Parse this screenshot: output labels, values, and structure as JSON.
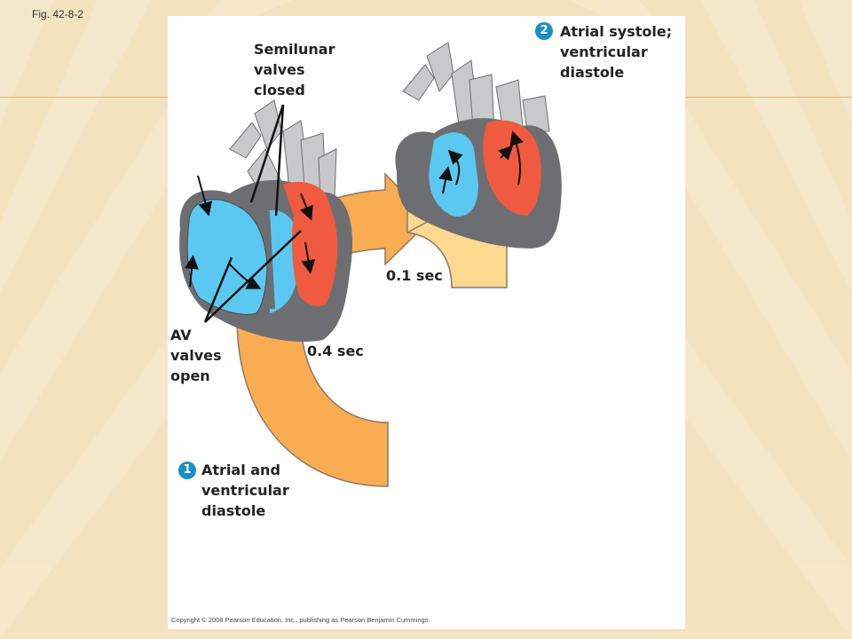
{
  "slide": {
    "figure_label": "Fig. 42-8-2",
    "copyright": "Copyright © 2008 Pearson Education, Inc., publishing as Pearson Benjamin Cummings."
  },
  "diagram": {
    "step1": {
      "number": "1",
      "text": "Atrial and\nventricular\ndiastole"
    },
    "step2": {
      "number": "2",
      "text": "Atrial systole;\nventricular\ndiastole"
    },
    "labels": {
      "semilunar": "Semilunar\nvalves\nclosed",
      "av": "AV\nvalves\nopen",
      "time_a": "0.4 sec",
      "time_b": "0.1 sec"
    },
    "colors": {
      "deoxygenated_blood": "#5bc8f2",
      "oxygenated_blood": "#f05a40",
      "heart_wall": "#6d6e71",
      "vessels": "#c8c9cb",
      "arrow_0_4": "#f9ac52",
      "arrow_0_1": "#fdd88f",
      "step_badge": "#1a8fc4"
    }
  }
}
